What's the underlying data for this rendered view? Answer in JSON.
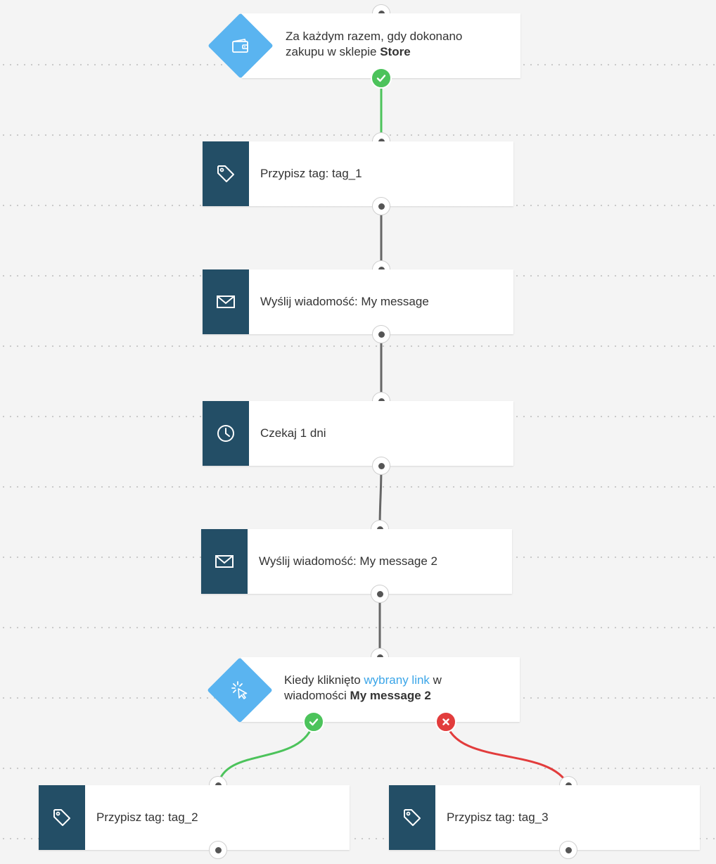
{
  "colors": {
    "action_icon_bg": "#234e66",
    "condition_diamond": "#5ab4f0",
    "success": "#4cc35b",
    "failure": "#e23c3c",
    "link": "#3aa5e8",
    "connector": "#666666"
  },
  "trigger": {
    "icon": "wallet-icon",
    "line1": "Za każdym razem, gdy dokonano",
    "line2_prefix": "zakupu w sklepie ",
    "line2_bold": "Store"
  },
  "steps": [
    {
      "icon": "tag-icon",
      "label": "Przypisz tag: tag_1"
    },
    {
      "icon": "envelope-icon",
      "label": "Wyślij wiadomość: My message"
    },
    {
      "icon": "clock-icon",
      "label": "Czekaj 1 dni"
    },
    {
      "icon": "envelope-icon",
      "label": "Wyślij wiadomość: My message 2"
    }
  ],
  "condition": {
    "icon": "cursor-click-icon",
    "line1_prefix": "Kiedy kliknięto ",
    "line1_link": "wybrany link",
    "line1_suffix": " w",
    "line2_prefix": "wiadomości ",
    "line2_bold": "My message 2"
  },
  "branches": {
    "yes": {
      "icon": "tag-icon",
      "label": "Przypisz tag: tag_2"
    },
    "no": {
      "icon": "tag-icon",
      "label": "Przypisz tag: tag_3"
    }
  }
}
